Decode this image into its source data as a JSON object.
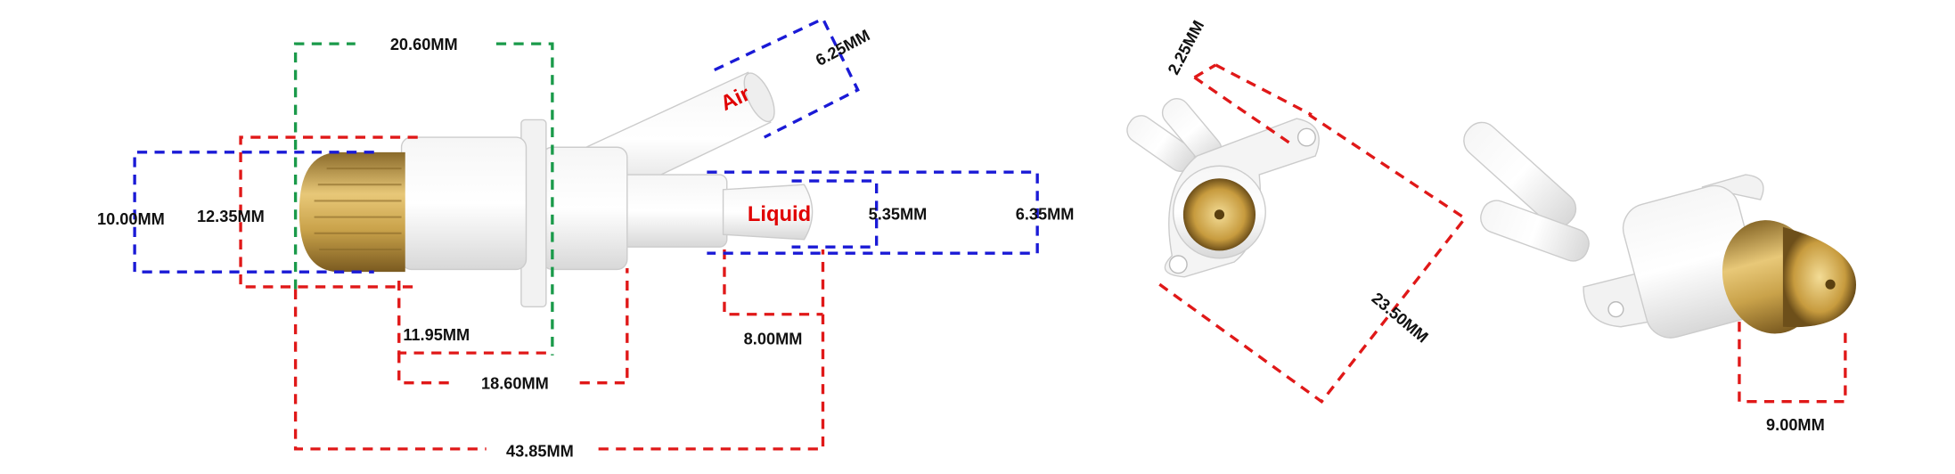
{
  "colors": {
    "red": "#e01818",
    "blue": "#1a1ad6",
    "green": "#1a9a4a",
    "brass": "#c9a24a",
    "label_red": "#e00000"
  },
  "side_view": {
    "dimensions": {
      "green_top": "20.60MM",
      "blue_outer_cap": "10.00MM",
      "red_cap": "12.35MM",
      "body_lower": "11.95MM",
      "body_full": "18.60MM",
      "overall": "43.85MM",
      "barb_length": "8.00MM",
      "barb_inner": "5.35MM",
      "barb_outer": "6.35MM",
      "air_tip": "6.25MM"
    },
    "port_labels": {
      "air": "Air",
      "liquid": "Liquid"
    }
  },
  "front_view": {
    "dimensions": {
      "hole": "2.25MM",
      "flange": "23.50MM"
    }
  },
  "angled_view": {
    "dimensions": {
      "tip": "9.00MM"
    }
  }
}
